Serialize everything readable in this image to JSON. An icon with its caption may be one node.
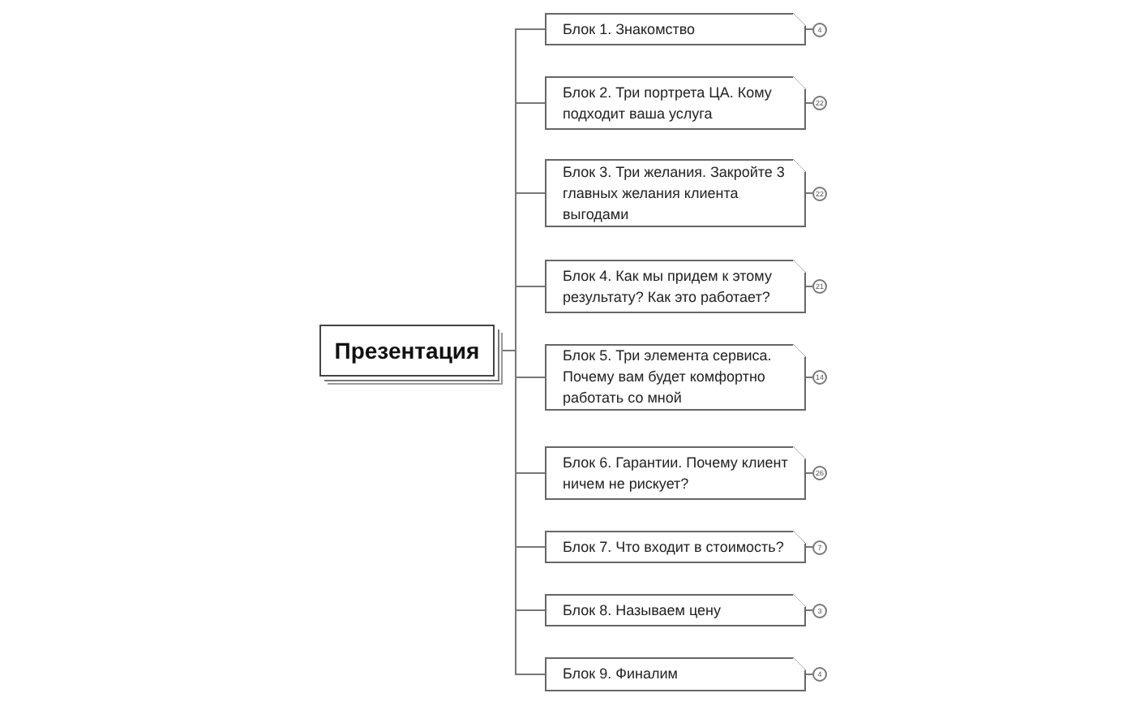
{
  "diagram": {
    "nodes": [
      {
        "text": [
          "Презентация"
        ]
      },
      {
        "text": [
          "Блок 1. Знакомство"
        ],
        "beside": [
          "4"
        ]
      },
      {
        "text": [
          "Блок 2. Три портрета ЦА. Кому подходит ваша услуга"
        ],
        "beside": [
          "22"
        ]
      },
      {
        "text": [
          "Блок 3. Три желания. Закройте 3 главных желания клиента выгодами"
        ],
        "beside": [
          "22"
        ]
      },
      {
        "text": [
          "Блок 4. Как мы придем к этому результату? Как это работает?"
        ],
        "beside": [
          "21"
        ]
      },
      {
        "text": [
          "Блок 5. Три элемента сервиса. Почему вам будет комфортно работать со мной"
        ],
        "beside": [
          "14"
        ]
      },
      {
        "text": [
          "Блок 6.  Гарантии.  Почему клиент ничем не рискует?"
        ],
        "beside": [
          "26"
        ]
      },
      {
        "text": [
          "Блок 7. Что входит в стоимость?"
        ],
        "beside": [
          "7"
        ]
      },
      {
        "text": [
          "Блок 8. Называем цену"
        ],
        "beside": [
          "3"
        ]
      },
      {
        "text": [
          "Блок 9. Финалим"
        ],
        "beside": [
          "4"
        ]
      }
    ],
    "edges": [
      {
        "from": 0,
        "to": 1,
        "arrow": "none"
      },
      {
        "from": 0,
        "to": 2,
        "arrow": "none"
      },
      {
        "from": 0,
        "to": 3,
        "arrow": "none"
      },
      {
        "from": 0,
        "to": 4,
        "arrow": "none"
      },
      {
        "from": 0,
        "to": 5,
        "arrow": "none"
      },
      {
        "from": 0,
        "to": 6,
        "arrow": "none"
      },
      {
        "from": 0,
        "to": 7,
        "arrow": "none"
      },
      {
        "from": 0,
        "to": 8,
        "arrow": "none"
      },
      {
        "from": 0,
        "to": 9,
        "arrow": "none"
      }
    ]
  }
}
